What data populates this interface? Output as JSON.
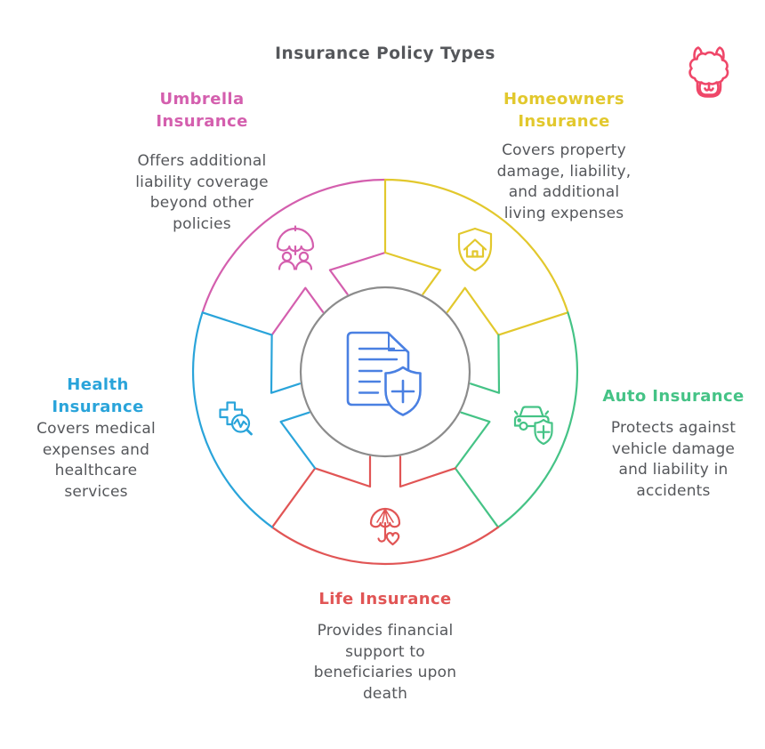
{
  "title": "Insurance Policy Types",
  "brand": {
    "logo": "alpaca-mascot",
    "color": "#ef4769"
  },
  "text_color": "#55575b",
  "wheel": {
    "ring_color": "#8c8c8c",
    "center_icon": "policy-document-shield",
    "center_icon_color": "#4a80e2",
    "sectors": [
      {
        "name": "Umbrella Insurance",
        "heading_lines": [
          "Umbrella",
          "Insurance"
        ],
        "desc_lines": [
          "Offers additional",
          "liability coverage",
          "beyond other",
          "policies"
        ],
        "description": "Offers additional liability coverage beyond other policies",
        "color": "#d45fae",
        "icon": "umbrella-people",
        "position": "top-left"
      },
      {
        "name": "Homeowners Insurance",
        "heading_lines": [
          "Homeowners",
          "Insurance"
        ],
        "desc_lines": [
          "Covers property",
          "damage, liability,",
          "and additional",
          "living expenses"
        ],
        "description": "Covers property damage, liability, and additional living expenses",
        "color": "#e2c82d",
        "icon": "house-shield",
        "position": "top-right"
      },
      {
        "name": "Auto Insurance",
        "heading_lines": [
          "Auto Insurance"
        ],
        "desc_lines": [
          "Protects against",
          "vehicle damage",
          "and liability in",
          "accidents"
        ],
        "description": "Protects against vehicle damage and liability in accidents",
        "color": "#45c386",
        "icon": "car-shield",
        "position": "right"
      },
      {
        "name": "Life Insurance",
        "heading_lines": [
          "Life Insurance"
        ],
        "desc_lines": [
          "Provides financial",
          "support to",
          "beneficiaries upon",
          "death"
        ],
        "description": "Provides financial support to beneficiaries upon death",
        "color": "#e15555",
        "icon": "umbrella-heart",
        "position": "bottom"
      },
      {
        "name": "Health Insurance",
        "heading_lines": [
          "Health",
          "Insurance"
        ],
        "desc_lines": [
          "Covers medical",
          "expenses and",
          "healthcare",
          "services"
        ],
        "description": "Covers medical expenses and healthcare services",
        "color": "#2aa4da",
        "icon": "medical-cross-magnifier",
        "position": "left"
      }
    ]
  }
}
